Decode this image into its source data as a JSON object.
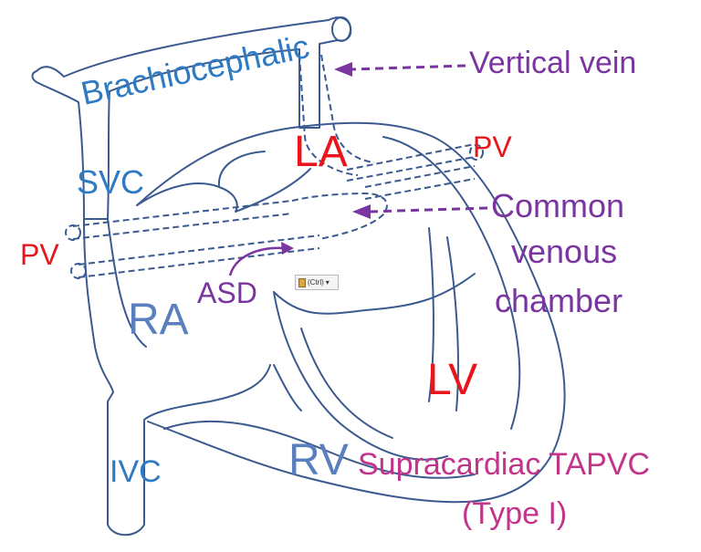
{
  "labels": {
    "brachiocephalic": "Brachiocephalic",
    "vertical_vein": "Vertical vein",
    "la": "LA",
    "pv_right": "PV",
    "svc": "SVC",
    "common_1": "Common",
    "common_2": "venous",
    "common_3": "chamber",
    "pv_left": "PV",
    "asd": "ASD",
    "ra": "RA",
    "lv": "LV",
    "ivc": "IVC",
    "rv": "RV",
    "title_1": "Supracardiac TAPVC",
    "title_2": "(Type I)"
  },
  "paste_options": {
    "label": "(Ctrl)",
    "dropdown": "▾"
  },
  "colors": {
    "red": "#e8161c",
    "blue": "#2e7bc4",
    "purple": "#7a35a0",
    "magenta": "#c2338a",
    "outline": "#3b5a8f"
  }
}
